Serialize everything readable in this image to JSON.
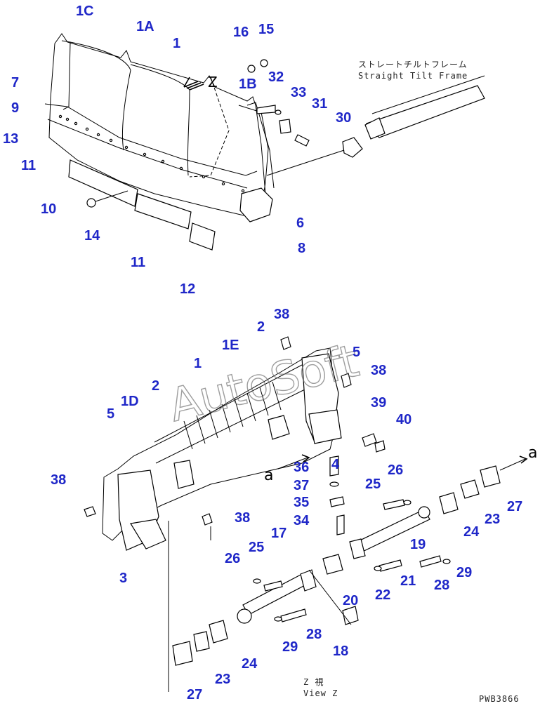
{
  "labels_top": [
    {
      "id": "lbl-1c",
      "text": "1C"
    },
    {
      "id": "lbl-1a",
      "text": "1A"
    },
    {
      "id": "lbl-1",
      "text": "1"
    },
    {
      "id": "lbl-16",
      "text": "16"
    },
    {
      "id": "lbl-15",
      "text": "15"
    },
    {
      "id": "lbl-7",
      "text": "7"
    },
    {
      "id": "lbl-1b",
      "text": "1B"
    },
    {
      "id": "lbl-32",
      "text": "32"
    },
    {
      "id": "lbl-33",
      "text": "33"
    },
    {
      "id": "lbl-9",
      "text": "9"
    },
    {
      "id": "lbl-31",
      "text": "31"
    },
    {
      "id": "lbl-30",
      "text": "30"
    },
    {
      "id": "lbl-13",
      "text": "13"
    },
    {
      "id": "lbl-11a",
      "text": "11"
    },
    {
      "id": "lbl-10",
      "text": "10"
    },
    {
      "id": "lbl-6",
      "text": "6"
    },
    {
      "id": "lbl-14",
      "text": "14"
    },
    {
      "id": "lbl-8",
      "text": "8"
    },
    {
      "id": "lbl-11b",
      "text": "11"
    },
    {
      "id": "lbl-12",
      "text": "12"
    }
  ],
  "labels_bottom": [
    {
      "id": "lbl-38a",
      "text": "38"
    },
    {
      "id": "lbl-2a",
      "text": "2"
    },
    {
      "id": "lbl-1e",
      "text": "1E"
    },
    {
      "id": "lbl-5a",
      "text": "5"
    },
    {
      "id": "lbl-1b2",
      "text": "1"
    },
    {
      "id": "lbl-38b",
      "text": "38"
    },
    {
      "id": "lbl-2b",
      "text": "2"
    },
    {
      "id": "lbl-1d",
      "text": "1D"
    },
    {
      "id": "lbl-5b",
      "text": "5"
    },
    {
      "id": "lbl-39",
      "text": "39"
    },
    {
      "id": "lbl-40",
      "text": "40"
    },
    {
      "id": "lbl-36",
      "text": "36"
    },
    {
      "id": "lbl-4",
      "text": "4"
    },
    {
      "id": "lbl-26a",
      "text": "26"
    },
    {
      "id": "lbl-38c",
      "text": "38"
    },
    {
      "id": "lbl-37",
      "text": "37"
    },
    {
      "id": "lbl-25a",
      "text": "25"
    },
    {
      "id": "lbl-27a",
      "text": "27"
    },
    {
      "id": "lbl-35",
      "text": "35"
    },
    {
      "id": "lbl-38d",
      "text": "38"
    },
    {
      "id": "lbl-34",
      "text": "34"
    },
    {
      "id": "lbl-23a",
      "text": "23"
    },
    {
      "id": "lbl-24a",
      "text": "24"
    },
    {
      "id": "lbl-17",
      "text": "17"
    },
    {
      "id": "lbl-19",
      "text": "19"
    },
    {
      "id": "lbl-25b",
      "text": "25"
    },
    {
      "id": "lbl-26b",
      "text": "26"
    },
    {
      "id": "lbl-3",
      "text": "3"
    },
    {
      "id": "lbl-29a",
      "text": "29"
    },
    {
      "id": "lbl-21",
      "text": "21"
    },
    {
      "id": "lbl-28a",
      "text": "28"
    },
    {
      "id": "lbl-22",
      "text": "22"
    },
    {
      "id": "lbl-20",
      "text": "20"
    },
    {
      "id": "lbl-18",
      "text": "18"
    },
    {
      "id": "lbl-28b",
      "text": "28"
    },
    {
      "id": "lbl-29b",
      "text": "29"
    },
    {
      "id": "lbl-24b",
      "text": "24"
    },
    {
      "id": "lbl-23b",
      "text": "23"
    },
    {
      "id": "lbl-27b",
      "text": "27"
    }
  ],
  "view_marker_top": "Z",
  "frame_note_jp": "ストレートチルトフレーム",
  "frame_note_en": "Straight Tilt Frame",
  "arrow_a_left": "a",
  "arrow_a_right": "a",
  "view_caption_jp": "Z 視",
  "view_caption_en": "View Z",
  "drawing_code": "PWB3866",
  "watermark": "AutoSoft"
}
